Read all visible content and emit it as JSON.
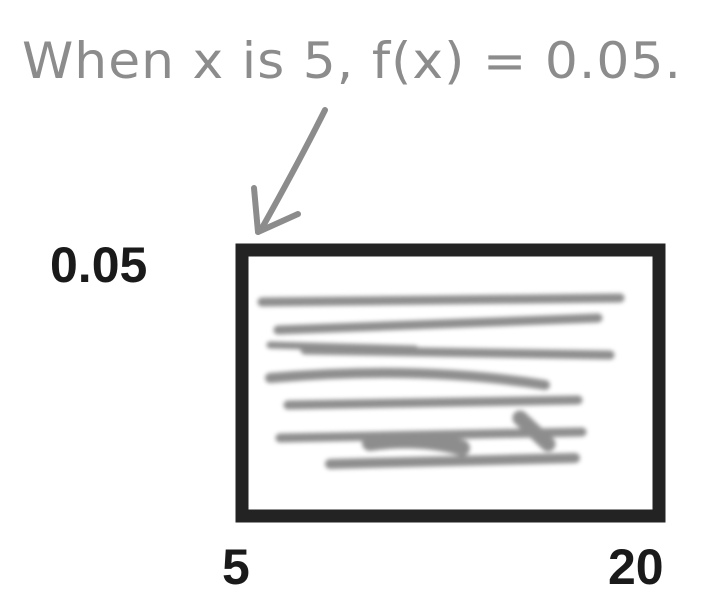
{
  "annotation": {
    "text": "When x is 5, f(x) = 0.05."
  },
  "y_label": "0.05",
  "x_start_label": "5",
  "x_end_label": "20",
  "colors": {
    "box_border": "#232323",
    "annotation": "#8c8c8c",
    "scribble": "#7a7a7a",
    "labels": "#1a1a1a"
  }
}
